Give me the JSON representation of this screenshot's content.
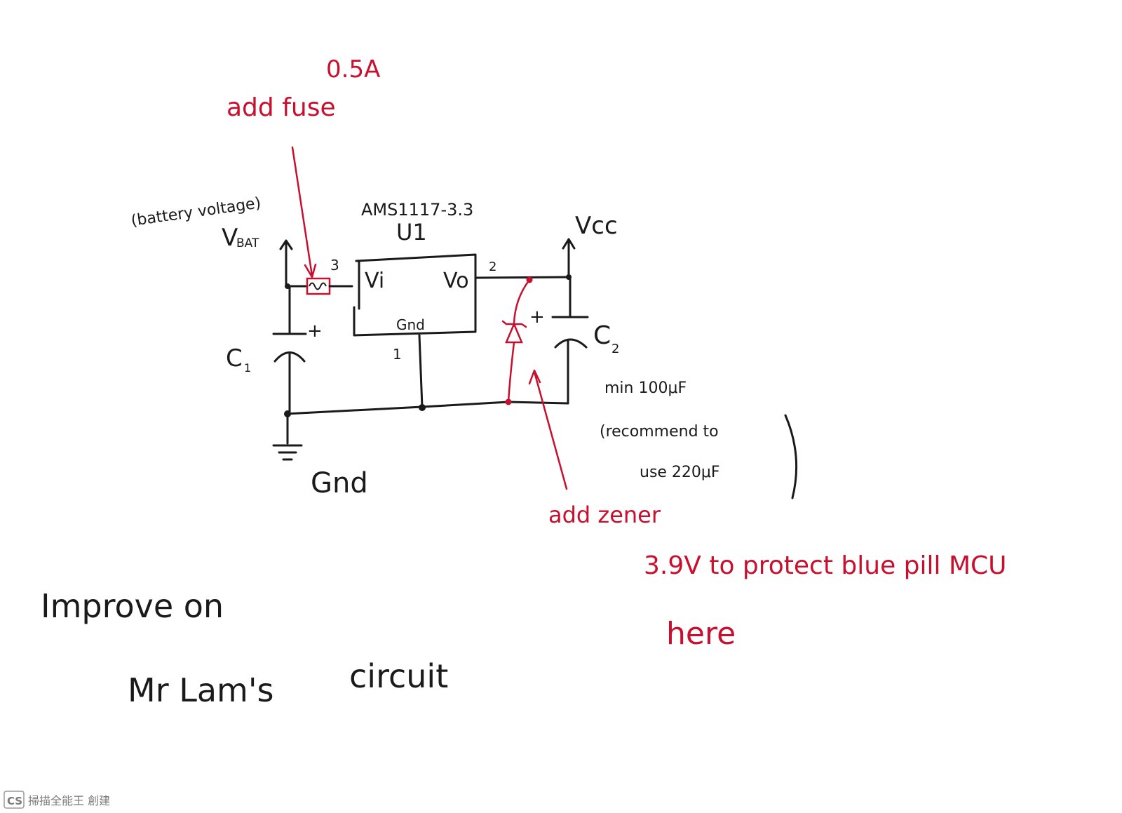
{
  "notes": {
    "fuse_rating": "0.5A",
    "add_fuse": "add fuse",
    "add_zener": "add zener",
    "zener_note": "3.9V to protect blue pill MCU",
    "zener_note_here": "here"
  },
  "schematic": {
    "battery_note": "(battery voltage)",
    "vbat": "V",
    "vbat_sub": "BAT",
    "regulator_part": "AMS1117-3.3",
    "regulator_ref": "U1",
    "pin_vi": "Vi",
    "pin_vo": "Vo",
    "pin_gnd": "Gnd",
    "pin3": "3",
    "pin2": "2",
    "pin1": "1",
    "vcc": "Vcc",
    "c1": "C",
    "c1_sub": "1",
    "c2": "C",
    "c2_sub": "2",
    "plus": "+",
    "gnd": "Gnd",
    "c2_min": "min 100μF",
    "c2_recommend_1": "(recommend to",
    "c2_recommend_2": "use 220μF"
  },
  "heading": {
    "line1": "Improve on",
    "line2": "Mr Lam's",
    "line3": "circuit"
  },
  "watermark": {
    "logo": "CS",
    "text": "掃描全能王 創建"
  },
  "colors": {
    "ink": "#1a1a1a",
    "annotation": "#c8102e"
  }
}
